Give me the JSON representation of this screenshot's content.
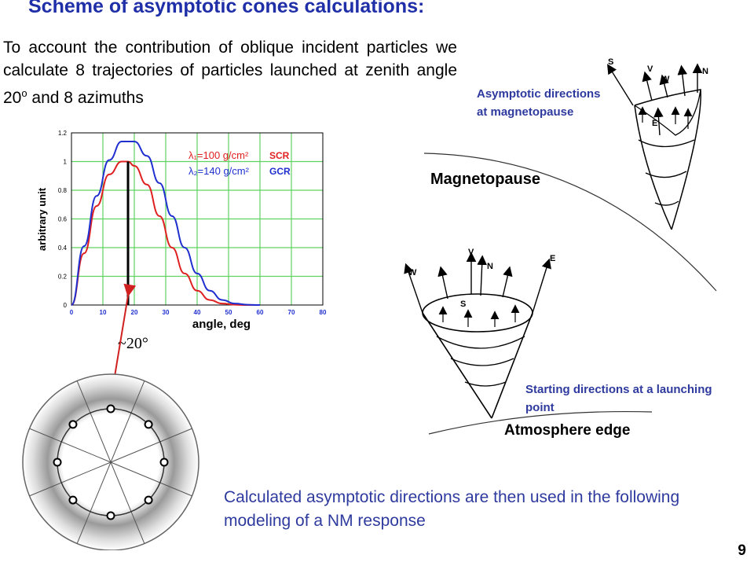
{
  "slide": {
    "title": "Scheme of asymptotic cones calculations:",
    "intro_main": "To account the contribution of oblique incident particles we calculate 8 trajectories of particles launched at zenith angle 20",
    "intro_sup": "o",
    "intro_tail": " and 8 azimuths",
    "bottom_text": "Calculated asymptotic directions are then used in the following modeling of a NM response",
    "page_number": "9",
    "approx_angle": "~20°"
  },
  "cones": {
    "asymptotic_label": "Asymptotic directions at magnetopause",
    "magnetopause_label": "Magnetopause",
    "starting_label": "Starting directions at a launching point",
    "atmosphere_label": "Atmosphere edge",
    "top_letters": [
      "S",
      "V",
      "W",
      "N",
      "E"
    ],
    "bottom_letters": [
      "W",
      "V",
      "N",
      "E",
      "S"
    ]
  },
  "chart_data": {
    "type": "line",
    "xlabel": "angle, deg",
    "ylabel": "arbitrary unit",
    "xlim": [
      0,
      80
    ],
    "ylim": [
      0,
      1.2
    ],
    "x_ticks": [
      "0",
      "10",
      "20",
      "30",
      "40",
      "50",
      "60",
      "70",
      "80"
    ],
    "y_ticks": [
      "0",
      "0.2",
      "0.4",
      "0.6",
      "0.8",
      "1",
      "1.2"
    ],
    "grid": true,
    "marker_x": 18,
    "legend": [
      {
        "formula": "λ₁=100 g/cm²",
        "name": "SCR",
        "color": "#e02020"
      },
      {
        "formula": "λ₂=140 g/cm²",
        "name": "GCR",
        "color": "#1f2fd0"
      }
    ],
    "series": [
      {
        "name": "SCR",
        "color": "#e02020",
        "x": [
          0,
          4,
          8,
          12,
          16,
          18,
          20,
          24,
          28,
          32,
          36,
          40,
          44,
          48,
          52,
          56,
          60
        ],
        "y": [
          0,
          0.36,
          0.69,
          0.91,
          1.0,
          1.0,
          0.97,
          0.84,
          0.62,
          0.4,
          0.22,
          0.1,
          0.035,
          0.01,
          0.002,
          0,
          0
        ]
      },
      {
        "name": "GCR",
        "color": "#1f2fd0",
        "x": [
          0,
          4,
          8,
          12,
          16,
          20,
          24,
          28,
          32,
          36,
          40,
          44,
          48,
          52,
          56,
          60
        ],
        "y": [
          0,
          0.41,
          0.76,
          1.01,
          1.14,
          1.14,
          1.04,
          0.85,
          0.62,
          0.4,
          0.22,
          0.1,
          0.035,
          0.01,
          0.002,
          0
        ]
      }
    ]
  },
  "colors": {
    "title": "#1f2fa8",
    "text_blue": "#2e3a9e",
    "grid": "#5fd35f",
    "arrow": "#d02020"
  }
}
